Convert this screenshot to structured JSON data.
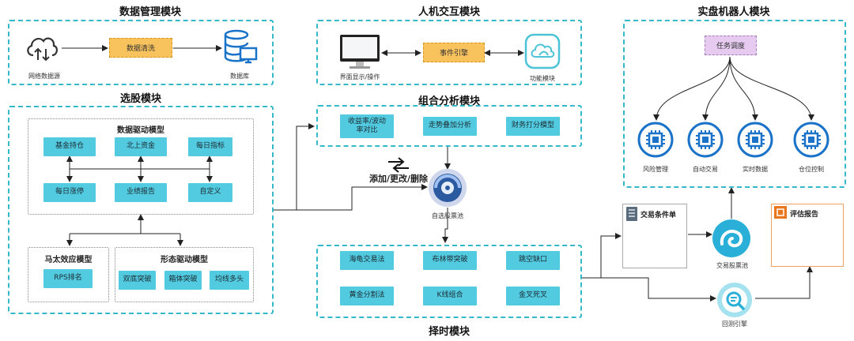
{
  "modules": {
    "data_mgmt": {
      "title": "数据管理模块",
      "source_label": "网络数据源",
      "clean_label": "数据清洗",
      "db_label": "数据库"
    },
    "hci": {
      "title": "人机交互模块",
      "display_label": "界面显示/操作",
      "event_label": "事件引擎",
      "func_label": "功能模块"
    },
    "robot": {
      "title": "实盘机器人模块",
      "dispatch_label": "任务调度",
      "children": [
        "风险管理",
        "自动交易",
        "实时数据",
        "仓位控制"
      ]
    },
    "stock": {
      "title": "选股模块",
      "data_driven": {
        "title": "数据驱动模型",
        "row1": [
          "基金持仓",
          "北上资金",
          "每日指标"
        ],
        "row2": [
          "每日涨停",
          "业绩报告",
          "自定义"
        ]
      },
      "matthew": {
        "title": "马太效应模型",
        "items": [
          "RPS排名"
        ]
      },
      "form": {
        "title": "形态驱动模型",
        "items": [
          "双底突破",
          "箱体突破",
          "均线多头"
        ]
      }
    },
    "combo": {
      "title": "组合分析模块",
      "items": [
        "收益率/波动\n率对比",
        "走势叠加分析",
        "财务打分模型"
      ]
    },
    "pool": {
      "edit_label": "添加/更改/删除",
      "self_pool_label": "自选股票池"
    },
    "timing": {
      "title": "择时模块",
      "row1": [
        "海龟交易法",
        "布林带突破",
        "跳空缺口"
      ],
      "row2": [
        "黄金分割法",
        "K线组合",
        "金叉死叉"
      ]
    },
    "trade": {
      "condition_label": "交易条件单",
      "pool_label": "交易股票池",
      "backtest_label": "回测引擎",
      "report_label": "评估报告"
    }
  },
  "colors": {
    "accent": "#33b9c9",
    "box": "#52cbe0",
    "icon_blue": "#1a73c8",
    "orange": "#f8c35c",
    "purple": "#e6caf0"
  }
}
